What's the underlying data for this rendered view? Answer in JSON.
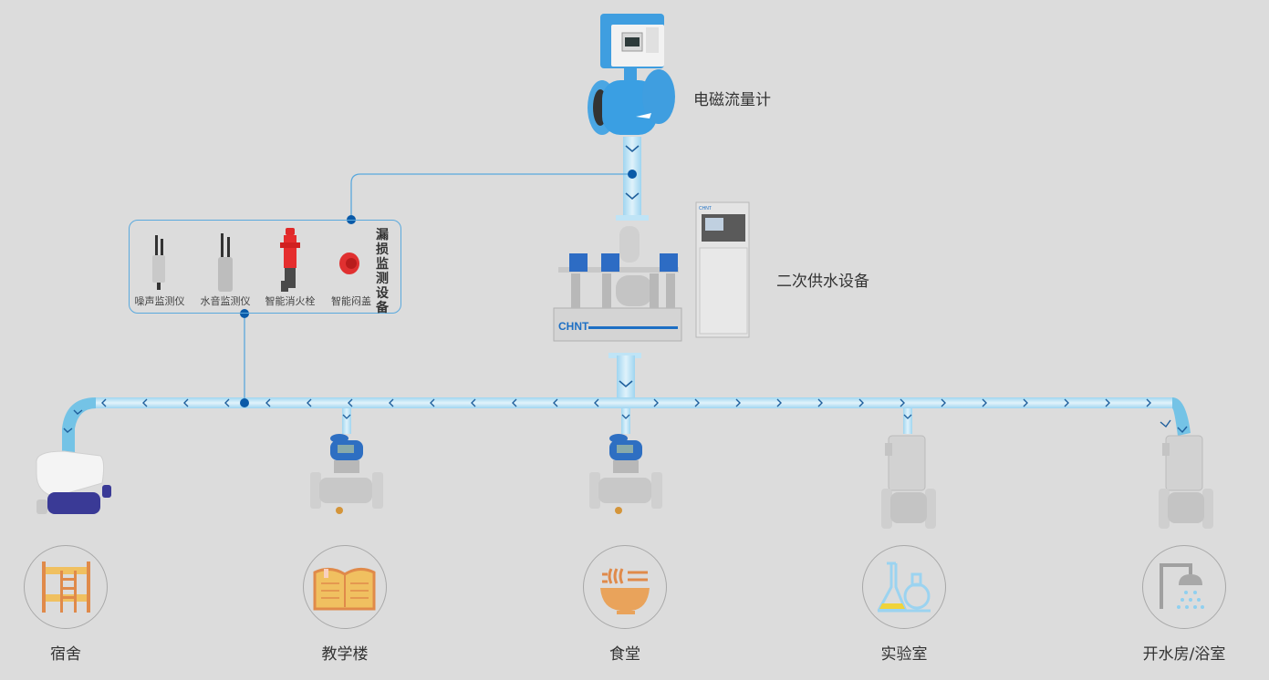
{
  "devices": {
    "flowmeter": {
      "label": "电磁流量计",
      "icon": "electromagnetic-flowmeter"
    },
    "secondary_supply": {
      "label": "二次供水设备",
      "icon": "secondary-water-supply-equipment",
      "brand": "CHNT"
    },
    "leak_monitoring": {
      "title": "漏损监测设备",
      "items": [
        {
          "label": "噪声监测仪",
          "icon": "noise-monitor"
        },
        {
          "label": "水音监测仪",
          "icon": "water-sound-monitor"
        },
        {
          "label": "智能消火栓",
          "icon": "smart-fire-hydrant"
        },
        {
          "label": "智能闷盖",
          "icon": "smart-blind-cap"
        }
      ]
    }
  },
  "meters": [
    {
      "icon": "household-water-meter"
    },
    {
      "icon": "smart-flow-meter-blue"
    },
    {
      "icon": "smart-flow-meter-blue"
    },
    {
      "icon": "smart-valve-meter-silver"
    },
    {
      "icon": "smart-valve-meter-silver"
    }
  ],
  "destinations": [
    {
      "label": "宿舍",
      "icon": "bunk-bed-icon"
    },
    {
      "label": "教学楼",
      "icon": "book-icon"
    },
    {
      "label": "食堂",
      "icon": "noodle-bowl-icon"
    },
    {
      "label": "实验室",
      "icon": "flask-icon"
    },
    {
      "label": "开水房/浴室",
      "icon": "shower-icon"
    }
  ],
  "colors": {
    "background": "#dcdcdc",
    "pipe": "#bfe4f6",
    "pipe_edge": "#8ccbeb",
    "pipe_curve": "#74c3e6",
    "arrow": "#1f5f9c",
    "connector": "#5aa9dd",
    "dot": "#0a5aa8",
    "icon_orange": "#e08a4a",
    "icon_yellow": "#f0c060"
  }
}
